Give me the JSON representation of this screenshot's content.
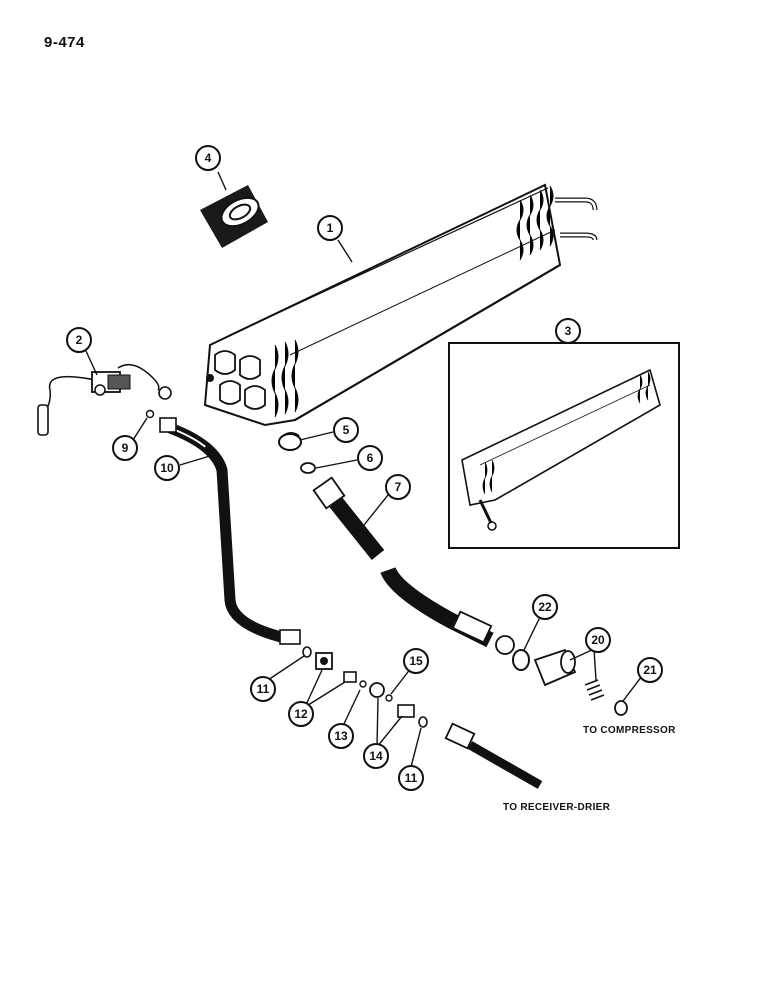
{
  "page": {
    "number": "9-474"
  },
  "callouts": [
    {
      "id": "c1",
      "label": "1"
    },
    {
      "id": "c2",
      "label": "2"
    },
    {
      "id": "c3",
      "label": "3"
    },
    {
      "id": "c4",
      "label": "4"
    },
    {
      "id": "c5",
      "label": "5"
    },
    {
      "id": "c6",
      "label": "6"
    },
    {
      "id": "c7",
      "label": "7"
    },
    {
      "id": "c9",
      "label": "9"
    },
    {
      "id": "c10",
      "label": "10"
    },
    {
      "id": "c11a",
      "label": "11"
    },
    {
      "id": "c11b",
      "label": "11"
    },
    {
      "id": "c12",
      "label": "12"
    },
    {
      "id": "c13",
      "label": "13"
    },
    {
      "id": "c14",
      "label": "14"
    },
    {
      "id": "c15",
      "label": "15"
    },
    {
      "id": "c20",
      "label": "20"
    },
    {
      "id": "c21",
      "label": "21"
    },
    {
      "id": "c22",
      "label": "22"
    }
  ],
  "destinations": {
    "compressor": "TO COMPRESSOR",
    "receiver_drier": "TO RECEIVER-DRIER"
  }
}
